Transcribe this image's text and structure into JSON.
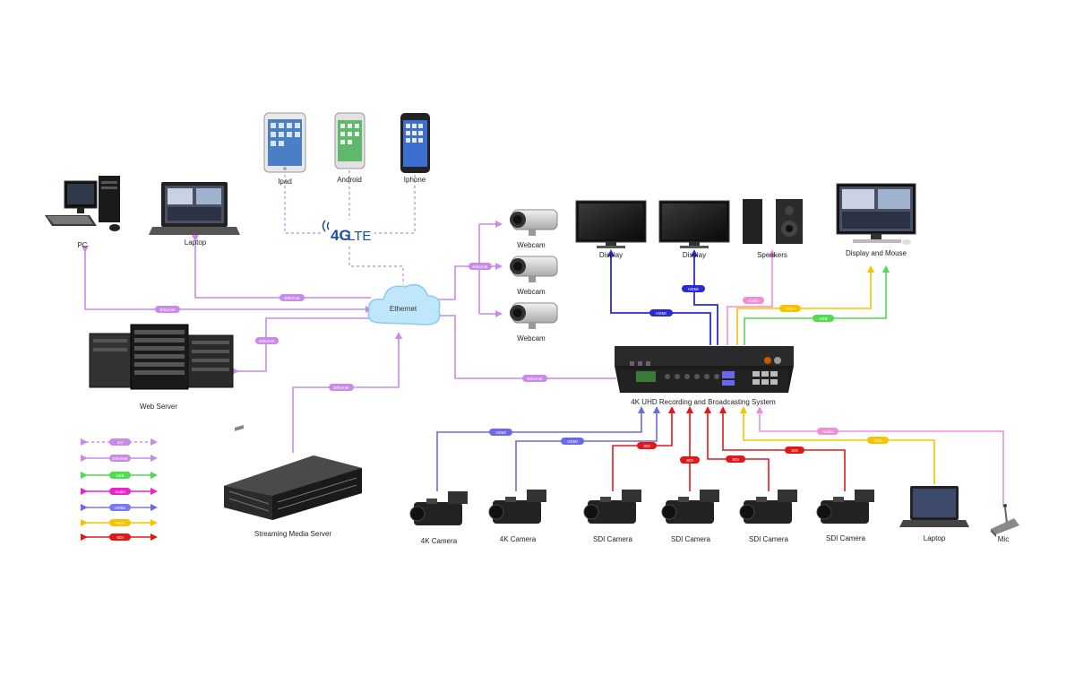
{
  "colors": {
    "ethernet": "#c98be8",
    "ethernet_dashed": "#b98ce0",
    "usb": "#4fdc4f",
    "audio": "#f08fd8",
    "hdmi_blue": "#2b2bd6",
    "hdmi_legend": "#7a7af0",
    "vga": "#f5c300",
    "sdi": "#e01818",
    "device_dark": "#2a2a2a",
    "cloud": "#bfe6fb",
    "lte": "#1a4e9c"
  },
  "network": {
    "cloud_label": "Ethernet",
    "lte_4g": "4G",
    "lte_text": "LTE"
  },
  "mobile_devices": [
    {
      "label": "Ipad",
      "icon": "tablet-icon"
    },
    {
      "label": "Android",
      "icon": "android-phone-icon"
    },
    {
      "label": "Iphone",
      "icon": "iphone-icon"
    }
  ],
  "computers": {
    "pc": "PC",
    "laptop": "Laptop",
    "web_server": "Web Server",
    "streaming_server": "Streaming Media Server"
  },
  "webcams": [
    "Webcam",
    "Webcam",
    "Webcam"
  ],
  "outputs": {
    "display1": "Display",
    "display2": "Display",
    "speakers": "Speakers",
    "display_mouse": "Display and  Mouse"
  },
  "system": {
    "label": "4K UHD Recording and Broadcasting System"
  },
  "inputs": {
    "cam1": "4K Camera",
    "cam2": "4K Camera",
    "sdi1": "SDI Camera",
    "sdi2": "SDI Camera",
    "sdi3": "SDI Camera",
    "sdi4": "SDI Camera",
    "laptop": "Laptop",
    "mic": "Mic"
  },
  "cable_labels": {
    "ethernet": "Ethernet",
    "hdmi": "HDMI",
    "sdi": "SDI",
    "audio": "Audio",
    "vga": "VGA",
    "usb": "USB"
  },
  "legend": [
    {
      "label": "4G",
      "color": "#c98be8",
      "style": "dashed"
    },
    {
      "label": "Ethernet",
      "color": "#c98be8",
      "style": "solid"
    },
    {
      "label": "USB",
      "color": "#4fdc4f",
      "style": "solid"
    },
    {
      "label": "Audio",
      "color": "#ee22cc",
      "style": "solid"
    },
    {
      "label": "HDMI",
      "color": "#7a7af0",
      "style": "solid"
    },
    {
      "label": "VGA",
      "color": "#f5c300",
      "style": "solid"
    },
    {
      "label": "SDI",
      "color": "#e01818",
      "style": "solid"
    }
  ]
}
